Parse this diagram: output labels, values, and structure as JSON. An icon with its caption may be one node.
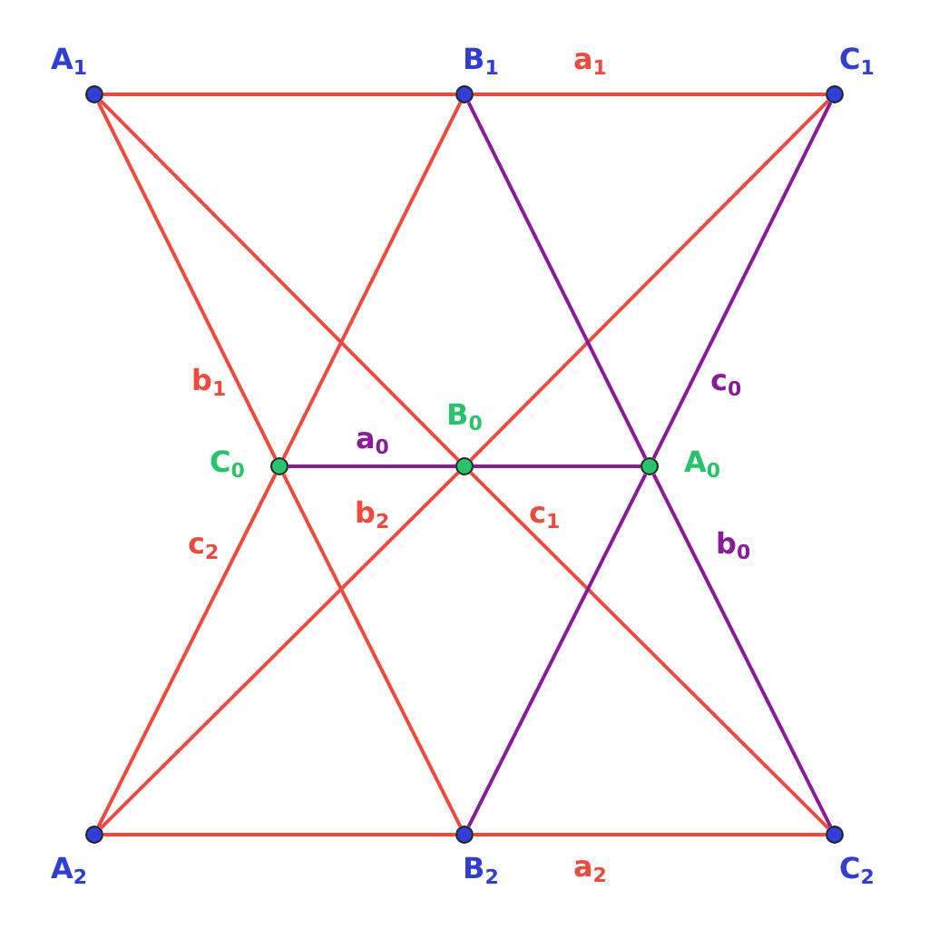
{
  "diagram": {
    "nodes": [
      {
        "text": [
          "A$_{1}$"
        ]
      },
      {
        "text": [
          "B$_{1}$"
        ]
      },
      {
        "text": [
          "C$_{1}$"
        ]
      },
      {
        "text": [
          "C$_{0}$"
        ]
      },
      {
        "text": [
          "B$_{0}$"
        ]
      },
      {
        "text": [
          "A$_{0}$"
        ]
      },
      {
        "text": [
          "A$_{2}$"
        ]
      },
      {
        "text": [
          "B$_{2}$"
        ]
      },
      {
        "text": [
          "C$_{2}$"
        ]
      }
    ],
    "edges": [
      {
        "from": 0,
        "to": 1,
        "arrow": "none"
      },
      {
        "from": 1,
        "to": 2,
        "arrow": "none",
        "label": "a$_{1}$"
      },
      {
        "from": 0,
        "to": 3,
        "arrow": "none",
        "label": "b$_{1}$"
      },
      {
        "from": 3,
        "to": 7,
        "arrow": "none"
      },
      {
        "from": 1,
        "to": 3,
        "arrow": "none"
      },
      {
        "from": 3,
        "to": 6,
        "arrow": "none",
        "label": "c$_{2}$"
      },
      {
        "from": 0,
        "to": 4,
        "arrow": "none"
      },
      {
        "from": 4,
        "to": 8,
        "arrow": "none",
        "label": "c$_{1}$"
      },
      {
        "from": 2,
        "to": 4,
        "arrow": "none"
      },
      {
        "from": 4,
        "to": 6,
        "arrow": "none",
        "label": "b$_{2}$"
      },
      {
        "from": 1,
        "to": 5,
        "arrow": "none",
        "color": "#8b1a9a"
      },
      {
        "from": 5,
        "to": 8,
        "arrow": "none",
        "color": "#8b1a9a",
        "label": "b$_{0}$"
      },
      {
        "from": 2,
        "to": 5,
        "arrow": "none",
        "color": "#8b1a9a",
        "label": "c$_{0}$"
      },
      {
        "from": 5,
        "to": 7,
        "arrow": "none",
        "color": "#8b1a9a"
      },
      {
        "from": 3,
        "to": 4,
        "arrow": "none",
        "color": "#8b1a9a",
        "label": "a$_{0}$"
      },
      {
        "from": 4,
        "to": 5,
        "arrow": "none",
        "color": "#8b1a9a"
      },
      {
        "from": 6,
        "to": 7,
        "arrow": "none"
      },
      {
        "from": 7,
        "to": 8,
        "arrow": "none",
        "label": "a$_{2}$"
      }
    ]
  }
}
